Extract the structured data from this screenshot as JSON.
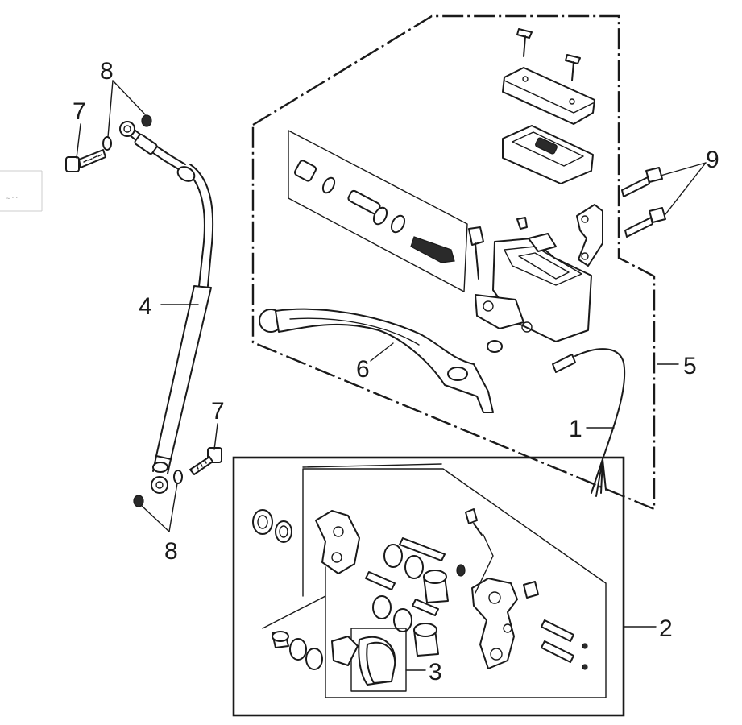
{
  "callouts": {
    "c1": "1",
    "c2": "2",
    "c3": "3",
    "c4": "4",
    "c5": "5",
    "c6": "6",
    "c7_top": "7",
    "c7_bottom": "7",
    "c8_top": "8",
    "c8_bottom": "8",
    "c9": "9"
  },
  "parts": [
    "brake-switch-cable",
    "front-brake-caliper",
    "brake-pads",
    "brake-hose",
    "master-cylinder-assembly",
    "brake-lever",
    "banjo-bolt",
    "sealing-washer",
    "mounting-bolt"
  ]
}
